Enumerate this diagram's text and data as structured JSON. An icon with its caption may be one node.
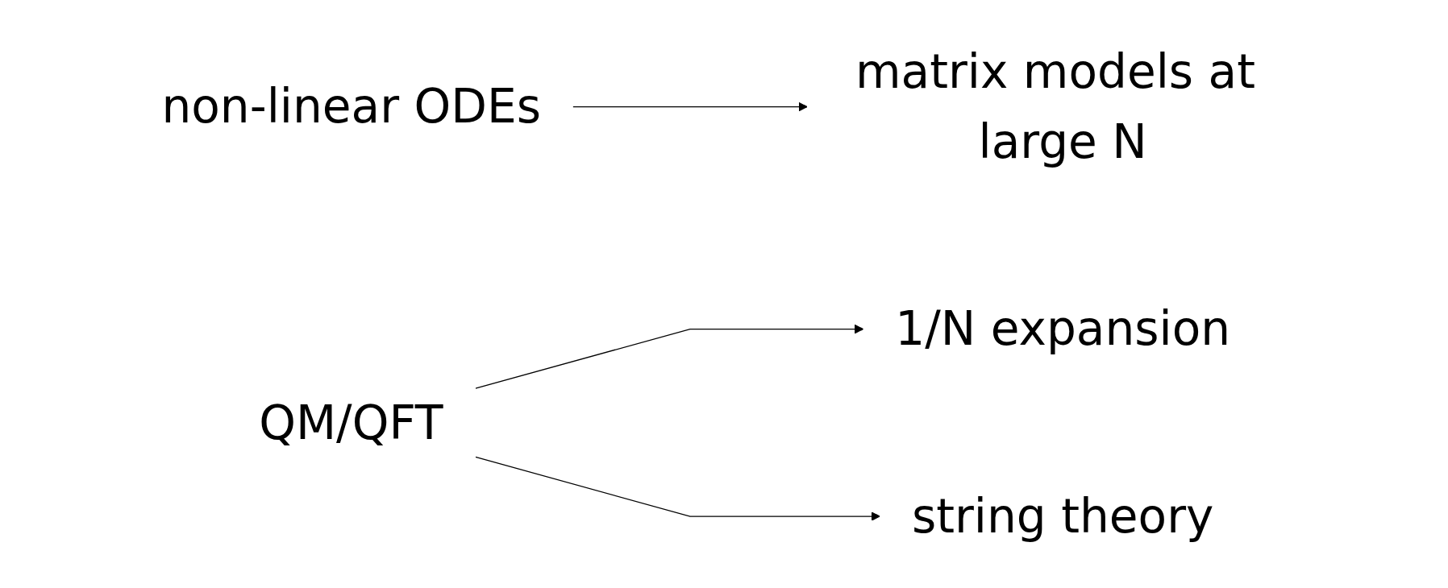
{
  "diagram": {
    "nodes": [
      {
        "text": [
          "non-linear ODEs"
        ]
      },
      {
        "text": [
          "matrix models at large N"
        ]
      },
      {
        "text": [
          "QM/QFT"
        ]
      },
      {
        "text": [
          "1/N expansion"
        ]
      },
      {
        "text": [
          "string theory"
        ]
      }
    ],
    "edges": [
      {
        "from": 0,
        "to": 1,
        "arrow": "to"
      },
      {
        "from": 2,
        "to": 3,
        "arrow": "to"
      },
      {
        "from": 2,
        "to": 4,
        "arrow": "to"
      }
    ]
  }
}
